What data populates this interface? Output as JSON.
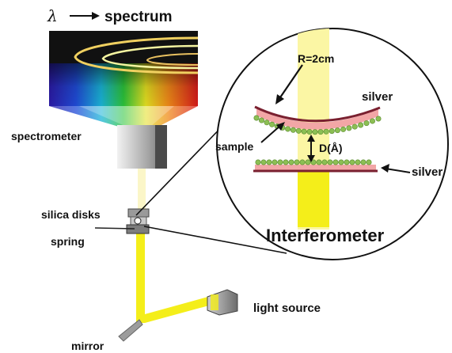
{
  "labels": {
    "lambda": "λ",
    "spectrum": "spectrum",
    "spectrometer": "spectrometer",
    "silica_disks": "silica disks",
    "spring": "spring",
    "mirror": "mirror",
    "light_source": "light source",
    "radius": "R=2cm",
    "silver_top": "silver",
    "silver_bottom": "silver",
    "sample": "sample",
    "distance": "D(Å)",
    "interferometer": "Interferometer"
  },
  "colors": {
    "beam": "#f4ee1a",
    "beam_inner": "#fbf8a0",
    "silver_surface": "#7a2030",
    "sample_band": "#f2a6a6",
    "bead": "#8cbf54",
    "device_gray": "#9a9a9a"
  }
}
